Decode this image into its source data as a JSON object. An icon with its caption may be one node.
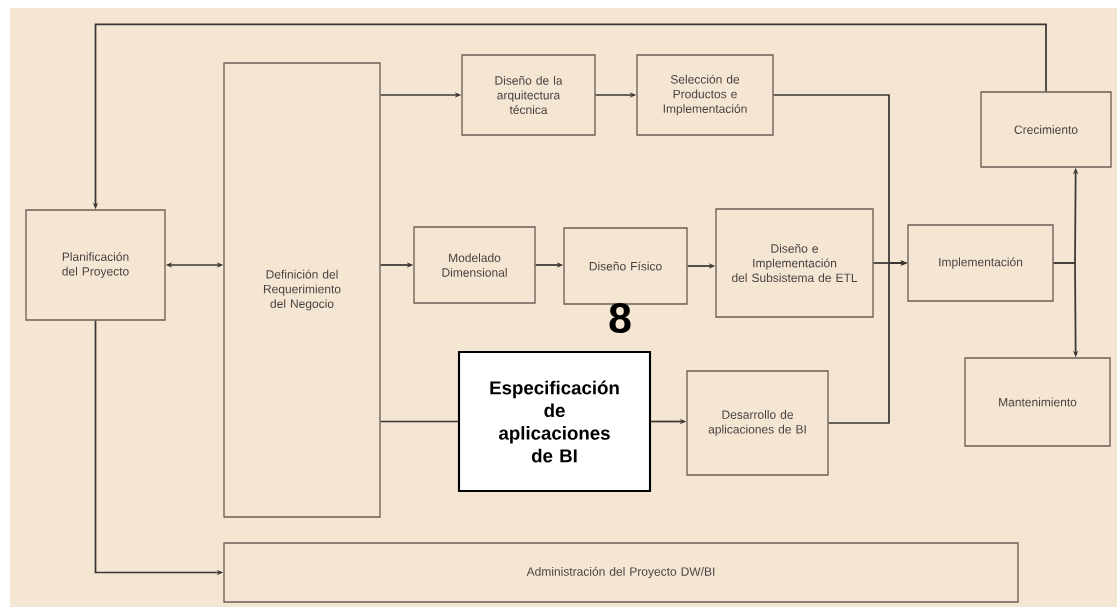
{
  "diagram": {
    "nodes": [
      {
        "text": [
          "Planificación del Proyecto"
        ]
      },
      {
        "text": [
          "Definición del Requerimiento del Negocio"
        ]
      },
      {
        "text": [
          "Diseño de la arquitectura técnica"
        ]
      },
      {
        "text": [
          "Selección de Productos e Implementación"
        ]
      },
      {
        "text": [
          "Modelado Dimensional"
        ]
      },
      {
        "text": [
          "Diseño Físico"
        ]
      },
      {
        "text": [
          "Diseño e Implementación del Subsistema de ETL"
        ]
      },
      {
        "text": [
          "Especificación de aplicaciones de BI"
        ]
      },
      {
        "text": [
          "Desarrollo de aplicaciones de BI"
        ]
      },
      {
        "text": [
          "Implementación"
        ]
      },
      {
        "text": [
          "Crecimiento"
        ]
      },
      {
        "text": [
          "Mantenimiento"
        ]
      },
      {
        "text": [
          "Administración del Proyecto DW/BI"
        ]
      }
    ],
    "edges": [
      {
        "from": 10,
        "to": 0,
        "arrow": "to"
      },
      {
        "from": 0,
        "to": 1,
        "arrow": "both"
      },
      {
        "from": 1,
        "to": 2,
        "arrow": "to"
      },
      {
        "from": 2,
        "to": 3,
        "arrow": "to"
      },
      {
        "from": 3,
        "to": 9,
        "arrow": "to"
      },
      {
        "from": 1,
        "to": 4,
        "arrow": "to"
      },
      {
        "from": 4,
        "to": 5,
        "arrow": "to"
      },
      {
        "from": 5,
        "to": 6,
        "arrow": "to"
      },
      {
        "from": 6,
        "to": 9,
        "arrow": "to"
      },
      {
        "from": 1,
        "to": 7,
        "arrow": "none"
      },
      {
        "from": 7,
        "to": 8,
        "arrow": "to"
      },
      {
        "from": 8,
        "to": 9,
        "arrow": "to"
      },
      {
        "from": 9,
        "to": 10,
        "arrow": "to"
      },
      {
        "from": 9,
        "to": 11,
        "arrow": "to"
      },
      {
        "from": 0,
        "to": 12,
        "arrow": "to"
      }
    ],
    "labels": [
      "8"
    ]
  }
}
